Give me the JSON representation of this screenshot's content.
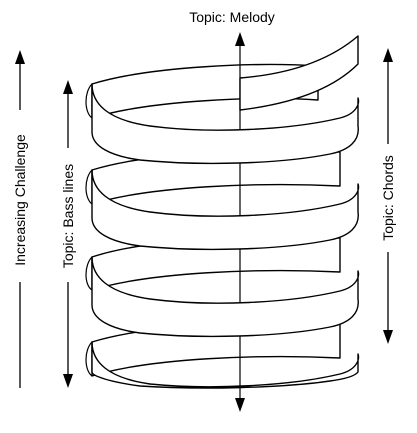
{
  "diagram": {
    "top_label": "Topic: Melody",
    "left_outer_label": "Increasing Challenge",
    "left_inner_label": "Topic: Bass lines",
    "right_label": "Topic: Chords"
  },
  "colors": {
    "stroke": "#000000",
    "fill": "#ffffff"
  }
}
